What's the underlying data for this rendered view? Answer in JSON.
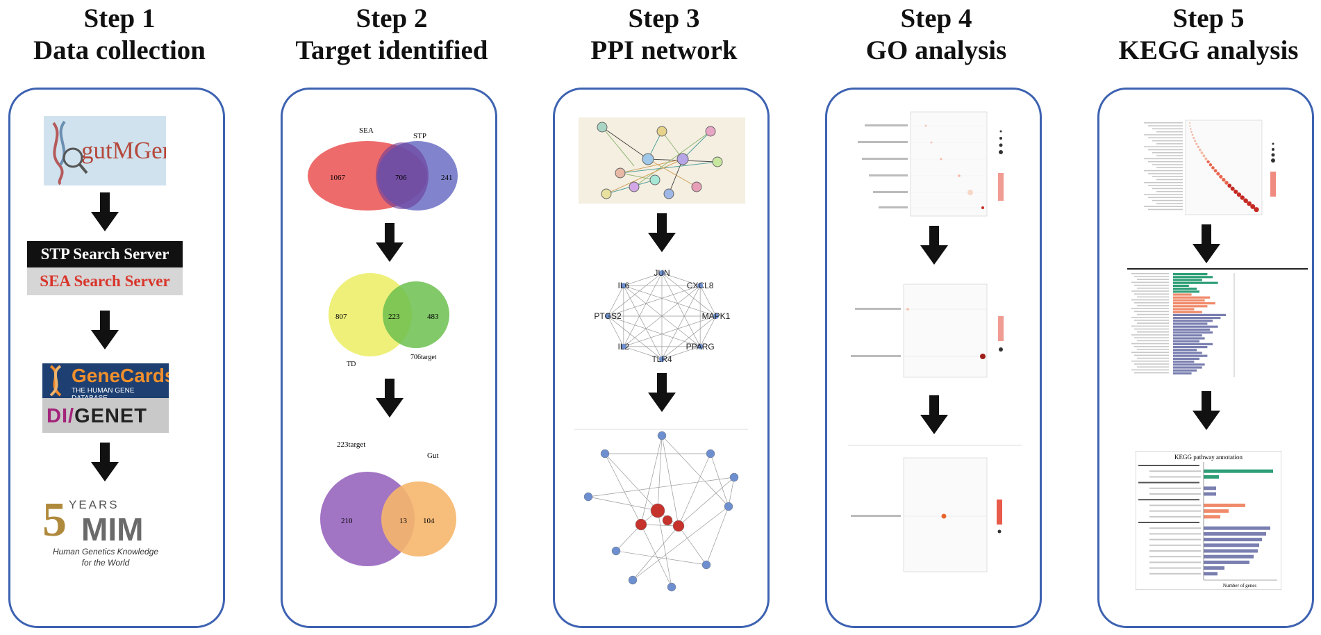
{
  "steps": [
    {
      "number": "Step 1",
      "title": "Data collection"
    },
    {
      "number": "Step 2",
      "title": "Target identified"
    },
    {
      "number": "Step 3",
      "title": "PPI network"
    },
    {
      "number": "Step 4",
      "title": "GO analysis"
    },
    {
      "number": "Step 5",
      "title": "KEGG analysis"
    }
  ],
  "databases": {
    "gutmgene": "gutMGene",
    "stp": "STP Search Server",
    "sea": "SEA Search Server",
    "genecards": "GeneCards",
    "genecards_sub": "THE HUMAN GENE DATABASE",
    "disgenet_a": "DI",
    "disgenet_b": "GENET",
    "omim_years": "YEARS",
    "omim_mim": "MIM",
    "omim_tag1": "Human Genetics Knowledge",
    "omim_tag2": "for the World"
  },
  "venns": [
    {
      "left_label": "SEA",
      "right_label": "STP",
      "left_only": "1067",
      "overlap": "706",
      "right_only": "241"
    },
    {
      "left_label": "TD",
      "right_label": "706target",
      "left_only": "807",
      "overlap": "223",
      "right_only": "483"
    },
    {
      "left_label": "223target",
      "right_label": "Gut",
      "left_only": "210",
      "overlap": "13",
      "right_only": "104"
    }
  ],
  "ppi_core": [
    "JUN",
    "CXCL8",
    "MAPK1",
    "PPARG",
    "TLR4",
    "IL2",
    "PTGS2",
    "IL6"
  ],
  "colors": {
    "panel_border": "#3d62b1",
    "venn_red": "#ee6b6b",
    "venn_blue": "#6b6fc4",
    "venn_yellow": "#eef07a",
    "venn_green": "#6cc04f",
    "venn_purple": "#a274c4",
    "venn_orange": "#f6b66d",
    "kegg_green": "#2e9e77",
    "kegg_orange": "#f08a6a",
    "kegg_slate": "#7a7fb0"
  },
  "kegg_chart": {
    "title": "KEGG pathway annotation",
    "xlabel": "Number of genes"
  }
}
